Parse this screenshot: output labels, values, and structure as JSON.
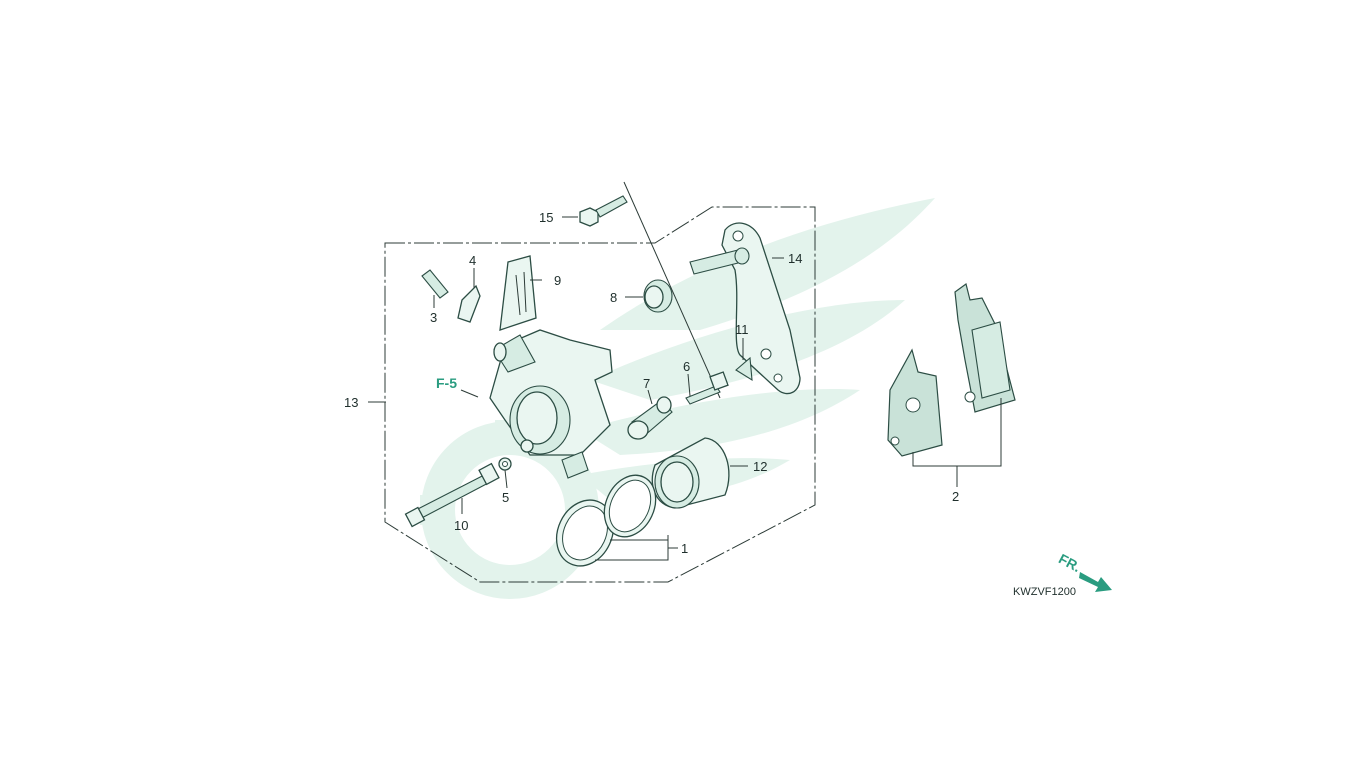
{
  "diagram": {
    "code": "KWZVF1200",
    "ref_mark": "F-5",
    "direction_label": "FR.",
    "callouts": [
      {
        "id": "c1",
        "text": "1"
      },
      {
        "id": "c2",
        "text": "2"
      },
      {
        "id": "c3",
        "text": "3"
      },
      {
        "id": "c4",
        "text": "4"
      },
      {
        "id": "c5",
        "text": "5"
      },
      {
        "id": "c6",
        "text": "6"
      },
      {
        "id": "c7",
        "text": "7"
      },
      {
        "id": "c8",
        "text": "8"
      },
      {
        "id": "c9",
        "text": "9"
      },
      {
        "id": "c10",
        "text": "10"
      },
      {
        "id": "c11",
        "text": "11"
      },
      {
        "id": "c12",
        "text": "12"
      },
      {
        "id": "c13",
        "text": "13"
      },
      {
        "id": "c14",
        "text": "14"
      },
      {
        "id": "c15",
        "text": "15"
      }
    ],
    "colors": {
      "accent": "#2a9c80",
      "watermark": "#e2f3ec",
      "line": "#2c3b37"
    }
  }
}
